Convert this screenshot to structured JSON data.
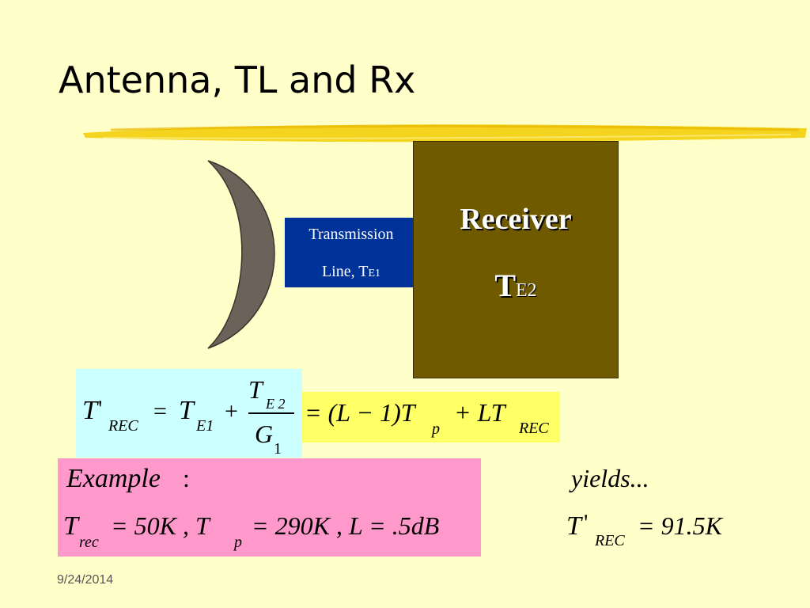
{
  "title": "Antenna, TL and Rx",
  "transmission_line": {
    "line1": "Transmission",
    "line2_main": "Line, T",
    "line2_sub": "E1"
  },
  "receiver": {
    "label": "Receiver",
    "symbol_main": "T",
    "symbol_sub": "E2"
  },
  "equation": {
    "lhs_T": "T",
    "lhs_prime": "'",
    "lhs_sub": "REC",
    "eq1": "=",
    "te1_T": "T",
    "te1_sub": "E1",
    "plus": "+",
    "frac_num_T": "T",
    "frac_num_sub": "E 2",
    "frac_den_G": "G",
    "frac_den_sub": "1",
    "rhs": "= (L − 1)T",
    "rhs_sub_p": "p",
    "rhs_plus": "+ LT",
    "rhs_sub_rec": "REC"
  },
  "example": {
    "label": "Example",
    "colon": ":",
    "values_T": "T",
    "values_sub_rec": "rec",
    "values_mid": "= 50K , T",
    "values_sub_p": "p",
    "values_end": "= 290K , L = .5dB"
  },
  "result": {
    "yields": "yields...",
    "T": "T",
    "prime": "'",
    "sub": "REC",
    "value": "= 91.5K"
  },
  "footer": {
    "date": "9/24/2014"
  },
  "colors": {
    "background": "#ffffc9",
    "transmission_line": "#003399",
    "receiver": "#6f5a00",
    "antenna": "#6b6259",
    "eq_cyan": "#ccffff",
    "eq_yellow": "#ffff66",
    "example_pink": "#ff99cc",
    "title_stroke": "#f2cc00"
  }
}
